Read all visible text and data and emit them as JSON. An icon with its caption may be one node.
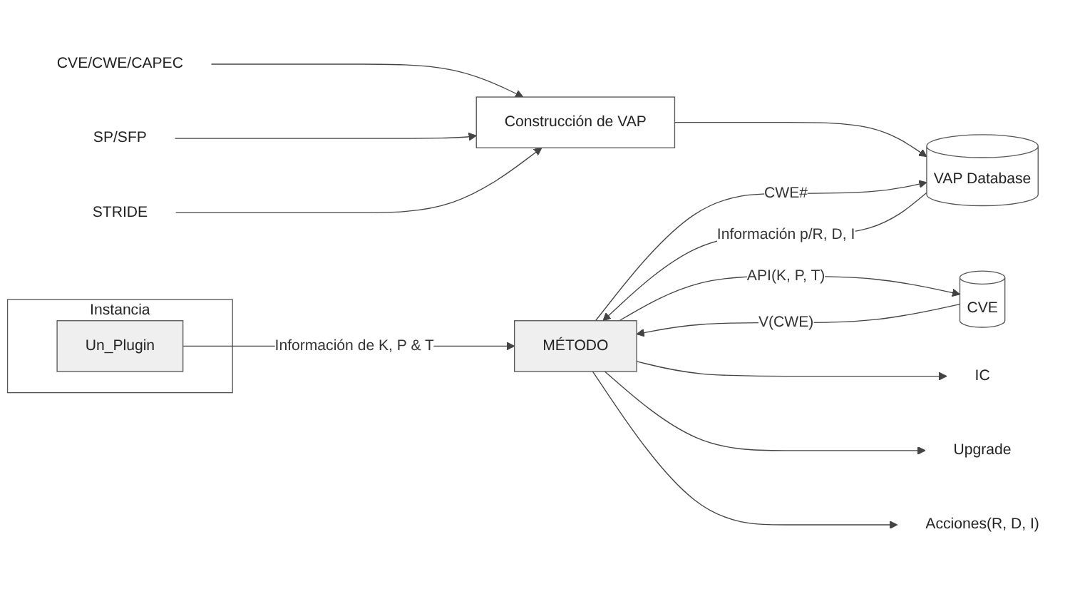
{
  "diagram": {
    "nodes": [
      {
        "text": [
          "Instancia"
        ]
      },
      {
        "text": [
          "Un_Plugin"
        ],
        "in": 0
      },
      {
        "text": [
          "CVE/CWE/CAPEC"
        ]
      },
      {
        "text": [
          "SP/SFP"
        ]
      },
      {
        "text": [
          "STRIDE"
        ]
      },
      {
        "text": [
          "Construcción de VAP"
        ]
      },
      {
        "text": [
          "VAP Database"
        ]
      },
      {
        "text": [
          "MÉTODO"
        ]
      },
      {
        "text": [
          "CVE"
        ]
      },
      {
        "text": [
          "IC"
        ]
      },
      {
        "text": [
          "Upgrade"
        ]
      },
      {
        "text": [
          "Acciones(R, D, I)"
        ]
      }
    ],
    "edges": [
      {
        "from": 1,
        "to": 7,
        "arrow": "to",
        "label": "Información de K, P & T"
      },
      {
        "from": 2,
        "to": 5,
        "arrow": "to"
      },
      {
        "from": 3,
        "to": 5,
        "arrow": "to"
      },
      {
        "from": 4,
        "to": 5,
        "arrow": "to"
      },
      {
        "from": 5,
        "to": 6,
        "arrow": "to"
      },
      {
        "from": 7,
        "to": 6,
        "arrow": "to",
        "label": "CWE#"
      },
      {
        "from": 6,
        "to": 7,
        "arrow": "to",
        "label": "Información p/R, D, I"
      },
      {
        "from": 7,
        "to": 8,
        "arrow": "to",
        "label": "API(K, P, T)"
      },
      {
        "from": 8,
        "to": 7,
        "arrow": "to",
        "label": "V(CWE)"
      },
      {
        "from": 7,
        "to": 9,
        "arrow": "to"
      },
      {
        "from": 7,
        "to": 10,
        "arrow": "to"
      },
      {
        "from": 7,
        "to": 11,
        "arrow": "to"
      }
    ]
  }
}
